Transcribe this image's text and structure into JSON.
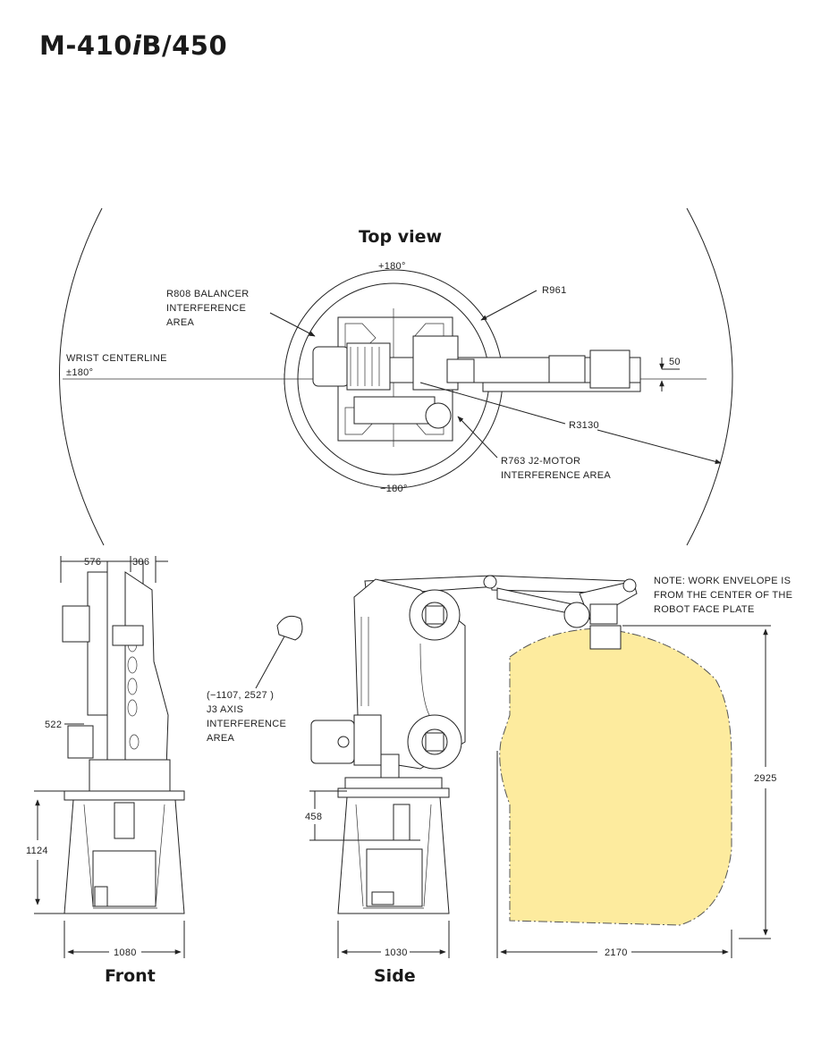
{
  "title": {
    "prefix": "M-410",
    "italic": "i",
    "suffix": "B/450"
  },
  "views": {
    "top": "Top view",
    "front": "Front",
    "side": "Side"
  },
  "top_view": {
    "angle_top": "+180°",
    "angle_bottom": "−180°",
    "r808_line1": "R808 BALANCER",
    "r808_line2": "INTERFERENCE",
    "r808_line3": "AREA",
    "wrist_line1": "WRIST CENTERLINE",
    "wrist_line2": "±180°",
    "r961": "R961",
    "dim_50": "50",
    "r3130": "R3130",
    "r763_line1": "R763 J2-MOTOR",
    "r763_line2": "INTERFERENCE AREA"
  },
  "front_view": {
    "dim_576": "576",
    "dim_306": "306",
    "dim_522": "522",
    "dim_1124": "1124",
    "dim_1080": "1080"
  },
  "side_view": {
    "j3_line1": "(−1107, 2527 )",
    "j3_line2": "J3 AXIS",
    "j3_line3": "INTERFERENCE",
    "j3_line4": "AREA",
    "dim_458": "458",
    "dim_1030": "1030",
    "dim_2170": "2170",
    "dim_2925": "2925"
  },
  "note": {
    "line1": "NOTE:  WORK ENVELOPE IS",
    "line2": "FROM THE CENTER OF THE",
    "line3": "ROBOT FACE PLATE"
  },
  "colors": {
    "envelope_fill": "#fdeb9e",
    "line": "#222222"
  }
}
